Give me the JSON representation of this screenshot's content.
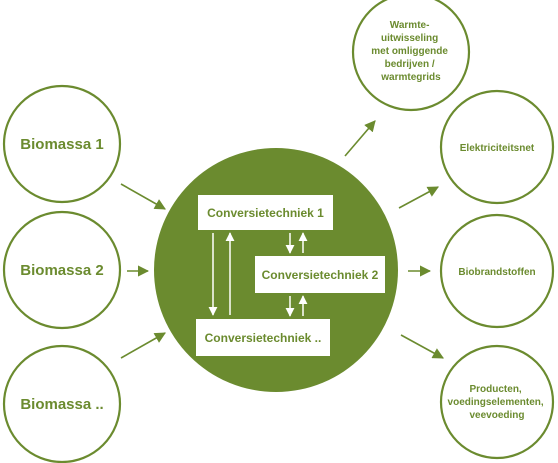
{
  "colors": {
    "accent": "#6b8b2f",
    "hub_fill": "#6b8b2f",
    "box_fill": "#ffffff",
    "background": "#ffffff"
  },
  "inputs": [
    {
      "label": "Biomassa 1"
    },
    {
      "label": "Biomassa 2"
    },
    {
      "label": "Biomassa .."
    }
  ],
  "hub": {
    "boxes": [
      {
        "label": "Conversietechniek 1"
      },
      {
        "label": "Conversietechniek 2"
      },
      {
        "label": "Conversietechniek .."
      }
    ]
  },
  "outputs": [
    {
      "lines": [
        "Warmte-",
        "uitwisseling",
        "met omliggende",
        "bedrijven /",
        "warmtegrids"
      ]
    },
    {
      "lines": [
        "Elektriciteitsnet"
      ]
    },
    {
      "lines": [
        "Biobrandstoffen"
      ]
    },
    {
      "lines": [
        "Producten,",
        "voedingselementen,",
        "veevoeding"
      ]
    }
  ]
}
